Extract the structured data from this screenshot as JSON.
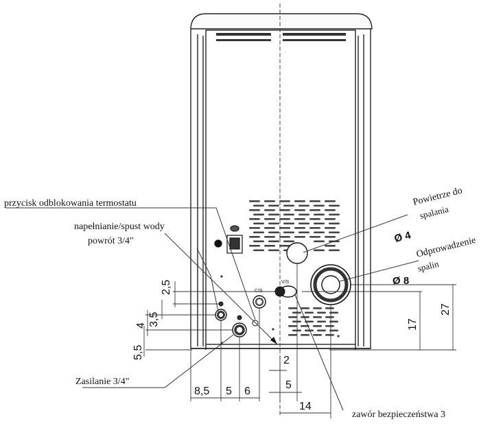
{
  "labels": {
    "thermostat_reset": "przycisk odblokowania termostatu",
    "fill_drain": "napełnianie/spust wody",
    "return": "powrót 3/4\"",
    "supply": "Zasilanie 3/4\"",
    "air_line1": "Powietrze do",
    "air_line2": "spalania",
    "air_diameter": "Ø 4",
    "flue_line1": "Odprowadzenie",
    "flue_line2": "spalin",
    "flue_diameter": "Ø 8",
    "safety_valve": "zawór bezpieczeństwa 3"
  },
  "fitting_codes": {
    "left_pipe": "C/S",
    "right_pipe": "V/S"
  },
  "dimensions": {
    "left_vertical": [
      "2,5",
      "3,5",
      "4",
      "5,5"
    ],
    "bottom": [
      "8,5",
      "5",
      "6",
      "2",
      "5",
      "14"
    ],
    "right": [
      "17",
      "27"
    ]
  }
}
